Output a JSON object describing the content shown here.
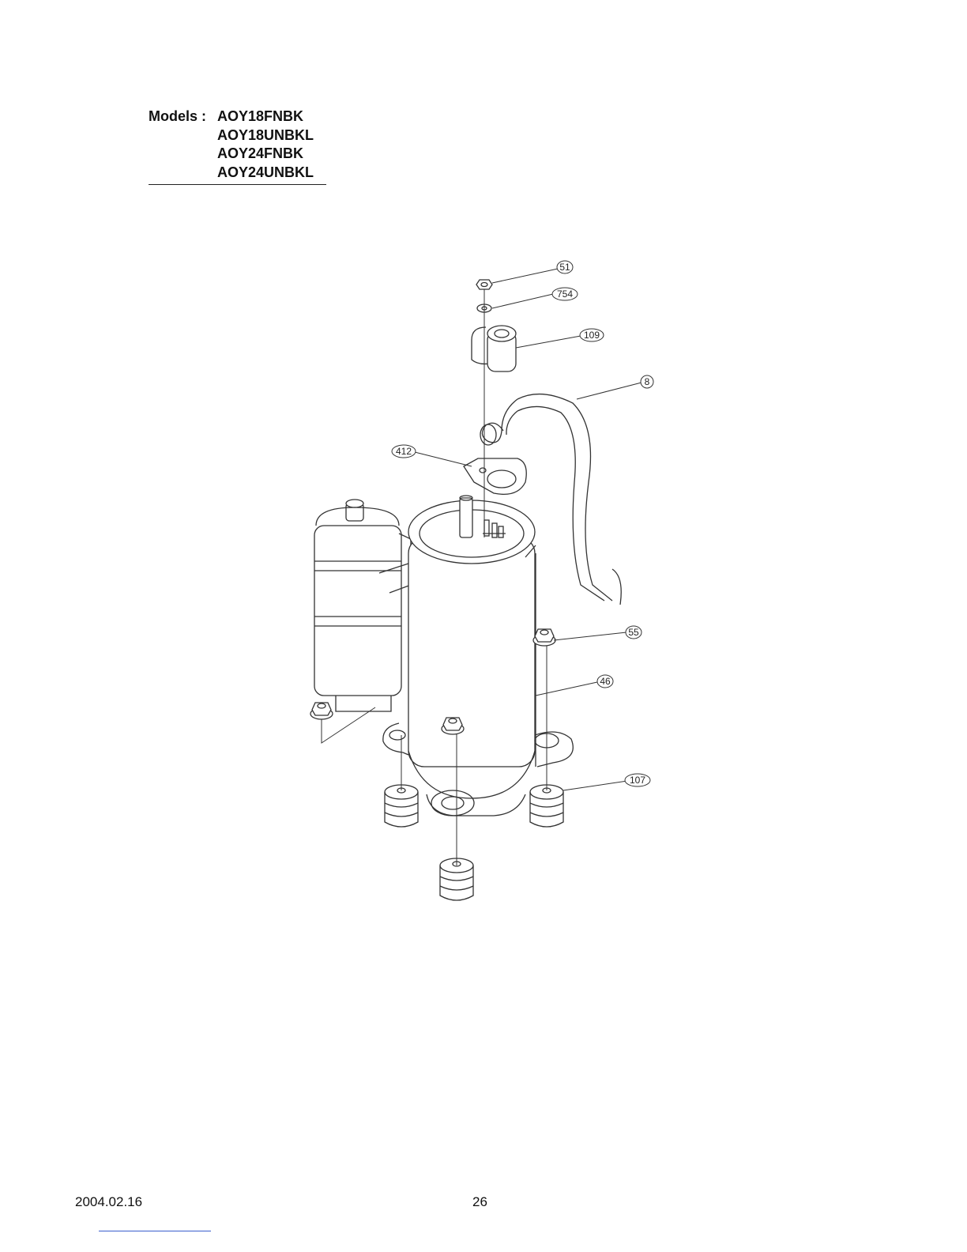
{
  "header": {
    "models_label": "Models :",
    "models": [
      "AOY18FNBK",
      "AOY18UNBKL",
      "AOY24FNBK",
      "AOY24UNBKL"
    ]
  },
  "diagram": {
    "callouts": [
      "51",
      "754",
      "109",
      "8",
      "412",
      "55",
      "46",
      "107"
    ]
  },
  "footer": {
    "date": "2004.02.16",
    "page": "26"
  }
}
